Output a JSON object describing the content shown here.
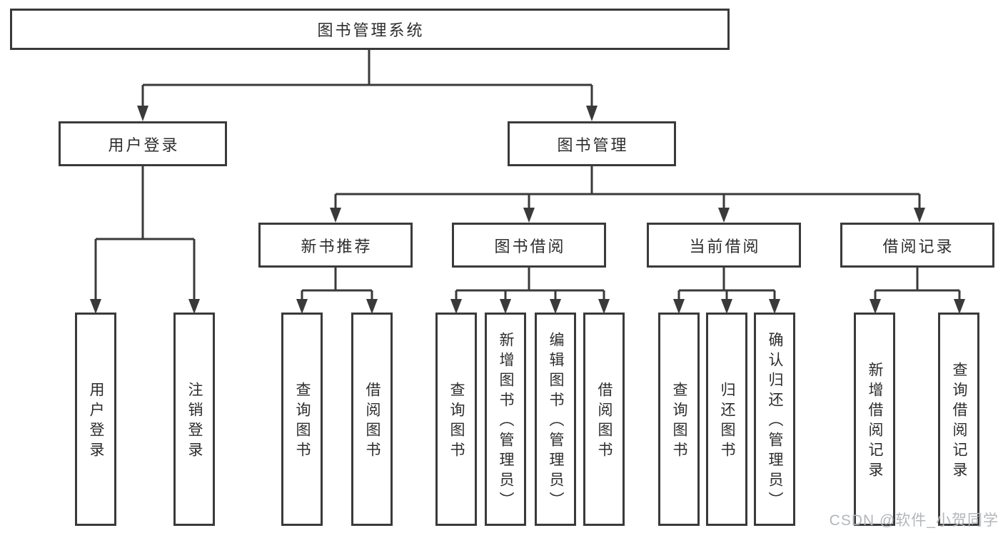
{
  "diagram": {
    "root": "图书管理系统",
    "branches": [
      {
        "label": "用户登录",
        "children": [
          "用户登录",
          "注销登录"
        ]
      },
      {
        "label": "图书管理",
        "children": [
          {
            "label": "新书推荐",
            "children": [
              "查询图书",
              "借阅图书"
            ]
          },
          {
            "label": "图书借阅",
            "children": [
              "查询图书",
              "新增图书（管理员）",
              "编辑图书（管理员）",
              "借阅图书"
            ]
          },
          {
            "label": "当前借阅",
            "children": [
              "查询图书",
              "归还图书",
              "确认归还（管理员）"
            ]
          },
          {
            "label": "借阅记录",
            "children": [
              "新增借阅记录",
              "查询借阅记录"
            ]
          }
        ]
      }
    ]
  },
  "watermark": {
    "text": "CSDN @软件_小贺同学"
  },
  "colors": {
    "line": "#3a3a3a",
    "text": "#2d2d2d",
    "watermark": "#b3b6bb",
    "background": "#ffffff"
  }
}
